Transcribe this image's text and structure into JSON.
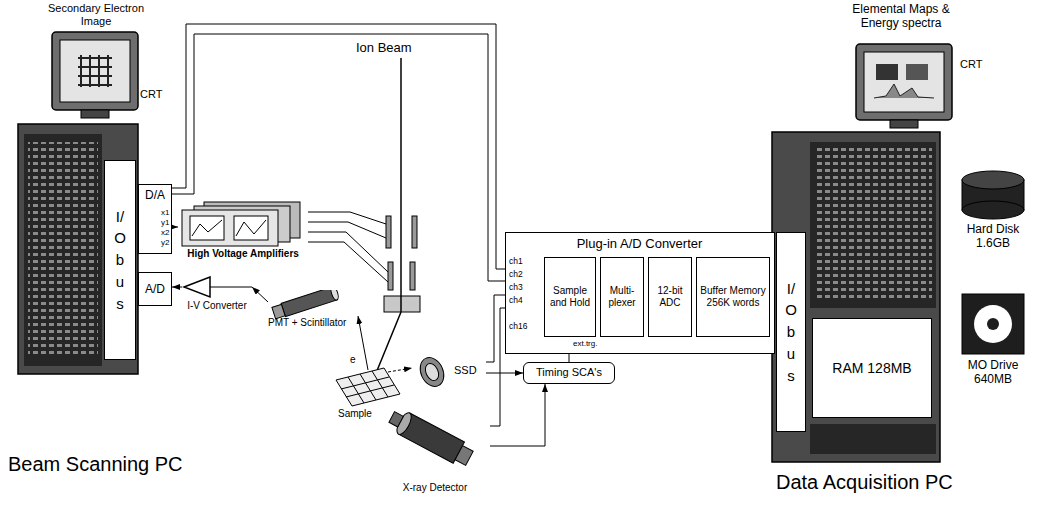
{
  "diagram": {
    "nodes": [
      {
        "text": [
          "Secondary Electron Image",
          "CRT"
        ]
      },
      {
        "text": [
          "I/O bus"
        ]
      },
      {
        "text": [
          "D/A"
        ]
      },
      {
        "text": [
          "A/D"
        ]
      },
      {
        "text": [
          "High Voltage Amplifiers"
        ]
      },
      {
        "text": [
          "I-V Converter"
        ]
      },
      {
        "text": [
          "PMT + Scintillator"
        ]
      },
      {
        "text": [
          "SSD"
        ]
      },
      {
        "text": [
          "X-ray Detector"
        ]
      },
      {
        "text": [
          "Timing SCA's"
        ]
      },
      {
        "text": [
          "Plug-in A/D Converter"
        ]
      },
      {
        "text": [
          "Sample and Hold"
        ],
        "in": 10
      },
      {
        "text": [
          "Multi-plexer"
        ],
        "in": 10
      },
      {
        "text": [
          "12-bit ADC"
        ],
        "in": 10
      },
      {
        "text": [
          "Buffer Memory 256K words"
        ],
        "in": 10
      },
      {
        "text": [
          "I/O bus"
        ]
      },
      {
        "text": [
          "RAM 128MB"
        ]
      },
      {
        "text": [
          "Hard Disk 1.6GB"
        ]
      },
      {
        "text": [
          "MO Drive 640MB"
        ]
      },
      {
        "text": [
          "Elemental Maps & Energy spectra",
          "CRT"
        ]
      }
    ],
    "edges": [
      {
        "from": 2,
        "to": 4,
        "arrow": "to"
      },
      {
        "from": 2,
        "to": 11,
        "arrow": "to"
      },
      {
        "from": 6,
        "to": 5,
        "arrow": "to"
      },
      {
        "from": 5,
        "to": 3,
        "arrow": "to"
      },
      {
        "from": 7,
        "to": 11,
        "arrow": "to"
      },
      {
        "from": 7,
        "to": 9,
        "arrow": "to"
      },
      {
        "from": 8,
        "to": 11,
        "arrow": "to"
      },
      {
        "from": 8,
        "to": 9,
        "arrow": "to"
      },
      {
        "from": 9,
        "to": 11,
        "arrow": "to"
      }
    ],
    "labels": [
      "x1",
      "y1",
      "x2",
      "y2",
      "Ion Beam",
      "Sample",
      "e",
      "ch1",
      "ch2",
      "ch3",
      "ch4",
      "ch16",
      "ext.trg.",
      "Beam Scanning PC",
      "Data Acquisition PC"
    ]
  }
}
